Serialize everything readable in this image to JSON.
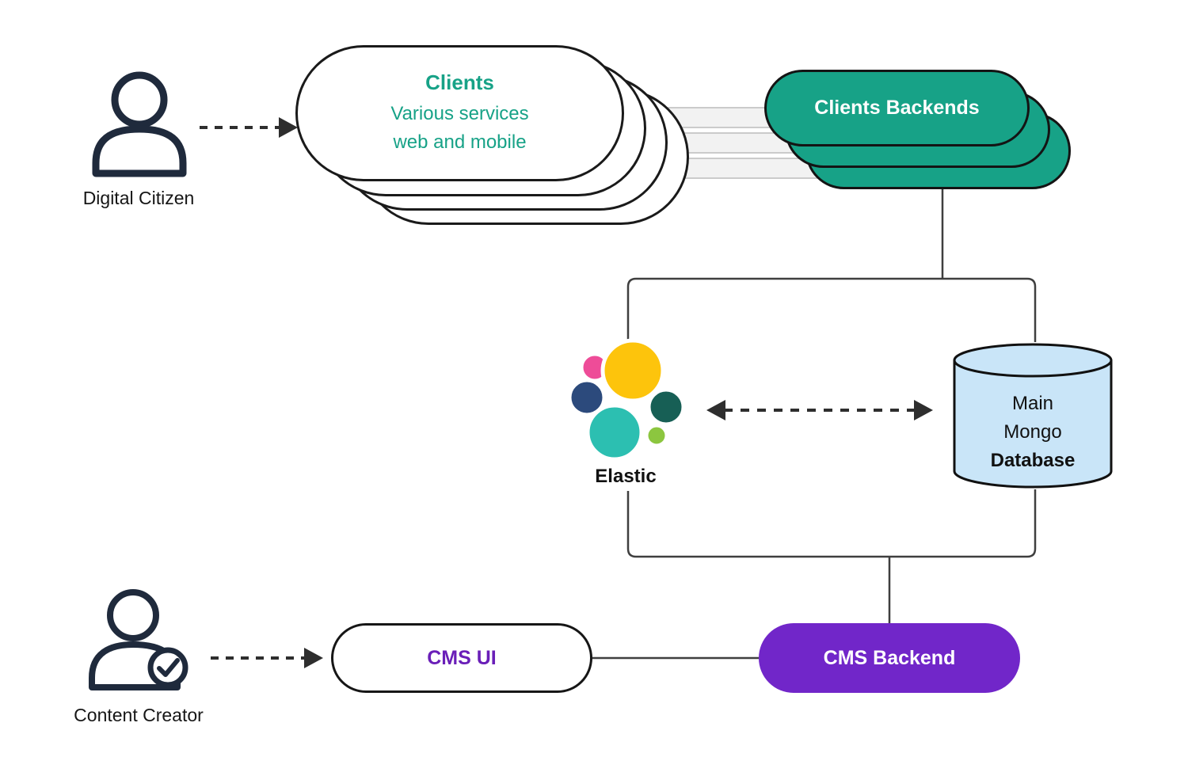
{
  "nodes": {
    "digital_citizen": {
      "label": "Digital Citizen"
    },
    "clients": {
      "title": "Clients",
      "line1": "Various services",
      "line2": "web and mobile"
    },
    "clients_backends": {
      "label": "Clients Backends"
    },
    "elastic": {
      "label": "Elastic"
    },
    "mongo_db": {
      "line1": "Main",
      "line2": "Mongo",
      "line3": "Database"
    },
    "cms_ui": {
      "label": "CMS UI"
    },
    "cms_backend": {
      "label": "CMS Backend"
    },
    "content_creator": {
      "label": "Content Creator"
    }
  },
  "colors": {
    "teal_fill": "#17A287",
    "purple_fill": "#7126C9",
    "purple_text": "#6A1FB8",
    "mongo_blue": "#C9E5F8",
    "icon_navy": "#1F2A3C",
    "connector_gray": "#3F3F3F",
    "elastic_yellow": "#FDC40C",
    "elastic_pink": "#EE4C98",
    "elastic_navy": "#2C4A7C",
    "elastic_teal": "#2CBFB1",
    "elastic_dark_green": "#175F55",
    "elastic_lime": "#8CC63F"
  }
}
